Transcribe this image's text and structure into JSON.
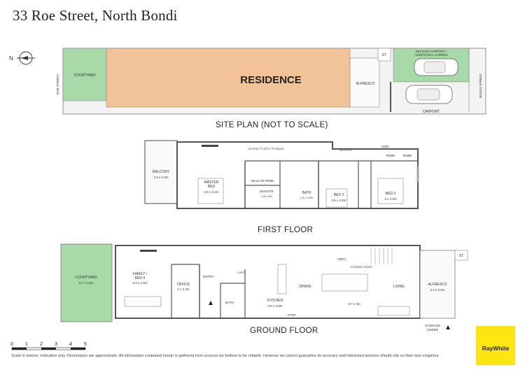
{
  "title": "33 Roe Street, North Bondi",
  "site_plan": {
    "label": "SITE PLAN (NOT TO SCALE)",
    "residence": "RESIDENCE",
    "courtyard": "COURTYARD",
    "alfresco": "ALFRESCO",
    "st": "ST",
    "second_carport_line1": "SECOND CARPORT /",
    "second_carport_line2": "ADDITIONAL GARDEN",
    "carport": "CARPORT",
    "roe_street": "ROE STREET",
    "bonus_street": "BONUS STREET",
    "north": "N"
  },
  "first_floor": {
    "label": "FIRST FLOOR",
    "balcony": "BALCONY",
    "balcony_dim": "1.8 x 4.2m",
    "master_bed": "MASTER",
    "master_bed2": "BED",
    "master_dim": "4.6 x 4.2m",
    "walk_in_robe": "WALK-IN ROBE",
    "ensuite": "ENSUITE",
    "ensuite_dim": "3.6 x 2m",
    "bath": "BATH",
    "bath_dim": "1.9 x 3.9m",
    "bed2": "BED 2",
    "bed2_dim": "3.5 x 2.9m",
    "bed3": "BED 3",
    "bed3_dim": "3 x 4.6m",
    "robe": "ROBE",
    "void": "VOID",
    "skylight": "SKYLIGHT",
    "access": "ACCESS TO ATTIC STORAGE"
  },
  "ground_floor": {
    "label": "GROUND FLOOR",
    "courtyard": "COURTYARD",
    "courtyard_dim": "3.7 x 4.8m",
    "family": "FAMILY /",
    "family2": "BED 4",
    "family_dim": "3.3 x 4.3m",
    "office": "OFFICE",
    "office_dim": "2 x 2.4m",
    "entry": "ENTRY",
    "bath": "BATH",
    "cupd": "CUPD",
    "kitchen": "KITCHEN",
    "kitchen_dim": "3.6 x 3.9m",
    "dining": "DINING",
    "living": "LIVING",
    "living_dim": "8.7 x 4m",
    "ldry": "L'DRY",
    "storage_under": "STORAGE UNDER",
    "ptry": "PTRY",
    "alfresco": "ALFRESCO",
    "alfresco_dim": "2.4 x 5.5m",
    "st": "ST",
    "storage_under_label": "STORAGE",
    "storage_under_label2": "UNDER"
  },
  "scale": {
    "ticks": [
      "0",
      "1",
      "2",
      "3",
      "4",
      "5"
    ]
  },
  "disclaimer": "Scale in metres. Indicative only. Dimensions are approximate. All information contained herein is gathered from sources we believe to be reliable. However we cannot guarantee its accuracy and interested persons should rely on their own enquiries.",
  "logo_text": "RayWhite",
  "colors": {
    "residence": "#f2c398",
    "green": "#a8d9a8",
    "wall": "#555555",
    "floor": "#ffffff",
    "brand": "#ffe512"
  }
}
